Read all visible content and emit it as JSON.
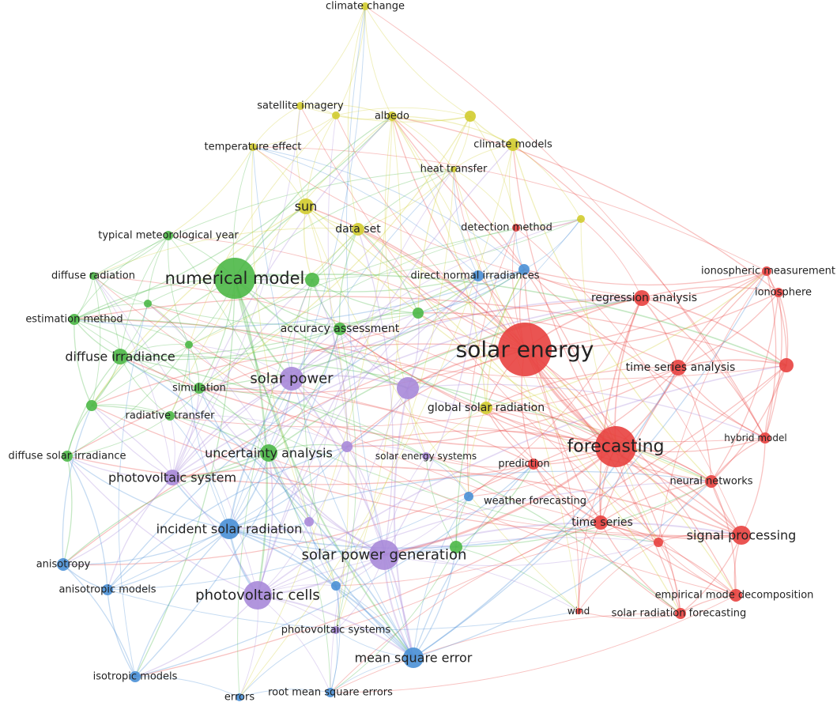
{
  "network": {
    "colors": {
      "red": "#e8413f",
      "green": "#4cb847",
      "blue": "#4a90d6",
      "yellow": "#d1cc2f",
      "purple": "#a98ad9"
    },
    "nodes": [
      {
        "id": "solar-energy",
        "label": "solar energy",
        "cluster": "red",
        "weight": 10
      },
      {
        "id": "forecasting",
        "label": "forecasting",
        "cluster": "red",
        "weight": 8
      },
      {
        "id": "regression-analysis",
        "label": "regression analysis",
        "cluster": "red",
        "weight": 3
      },
      {
        "id": "time-series-analysis",
        "label": "time series analysis",
        "cluster": "red",
        "weight": 3
      },
      {
        "id": "signal-processing",
        "label": "signal processing",
        "cluster": "red",
        "weight": 4
      },
      {
        "id": "neural-networks",
        "label": "neural networks",
        "cluster": "red",
        "weight": 2
      },
      {
        "id": "hybrid-model",
        "label": "hybrid model",
        "cluster": "red",
        "weight": 2
      },
      {
        "id": "ionospheric-measurement",
        "label": "ionospheric measurement",
        "cluster": "red",
        "weight": 2
      },
      {
        "id": "ionosphere",
        "label": "ionosphere",
        "cluster": "red",
        "weight": 2
      },
      {
        "id": "detection-method",
        "label": "detection method",
        "cluster": "red",
        "weight": 1
      },
      {
        "id": "prediction",
        "label": "prediction",
        "cluster": "red",
        "weight": 2
      },
      {
        "id": "time-series",
        "label": "time series",
        "cluster": "red",
        "weight": 3
      },
      {
        "id": "empirical-mode-decomposition",
        "label": "empirical mode decomposition",
        "cluster": "red",
        "weight": 2
      },
      {
        "id": "solar-radiation-forecasting",
        "label": "solar radiation forecasting",
        "cluster": "red",
        "weight": 2
      },
      {
        "id": "wind",
        "label": "wind",
        "cluster": "red",
        "weight": 1
      },
      {
        "id": "red-unlabeled-1",
        "label": "",
        "cluster": "red",
        "weight": 3
      },
      {
        "id": "red-unlabeled-2",
        "label": "",
        "cluster": "red",
        "weight": 1
      },
      {
        "id": "numerical-model",
        "label": "numerical model",
        "cluster": "green",
        "weight": 7
      },
      {
        "id": "typical-meteorological-year",
        "label": "typical meteorological year",
        "cluster": "green",
        "weight": 1
      },
      {
        "id": "diffuse-radiation",
        "label": "diffuse radiation",
        "cluster": "green",
        "weight": 1
      },
      {
        "id": "estimation-method",
        "label": "estimation method",
        "cluster": "green",
        "weight": 2
      },
      {
        "id": "diffuse-irradiance",
        "label": "diffuse irradiance",
        "cluster": "green",
        "weight": 3
      },
      {
        "id": "simulation",
        "label": "simulation",
        "cluster": "green",
        "weight": 2
      },
      {
        "id": "radiative-transfer",
        "label": "radiative transfer",
        "cluster": "green",
        "weight": 1
      },
      {
        "id": "diffuse-solar-irradiance",
        "label": "diffuse solar irradiance",
        "cluster": "green",
        "weight": 2
      },
      {
        "id": "accuracy-assessment",
        "label": "accuracy assessment",
        "cluster": "green",
        "weight": 2
      },
      {
        "id": "uncertainty-analysis",
        "label": "uncertainty analysis",
        "cluster": "green",
        "weight": 3
      },
      {
        "id": "green-unlabeled-1",
        "label": "",
        "cluster": "green",
        "weight": 2
      },
      {
        "id": "green-unlabeled-2",
        "label": "",
        "cluster": "green",
        "weight": 1
      },
      {
        "id": "green-unlabeled-3",
        "label": "",
        "cluster": "green",
        "weight": 1
      },
      {
        "id": "green-unlabeled-4",
        "label": "",
        "cluster": "green",
        "weight": 2
      },
      {
        "id": "green-unlabeled-5",
        "label": "",
        "cluster": "green",
        "weight": 2
      },
      {
        "id": "green-unlabeled-6",
        "label": "",
        "cluster": "green",
        "weight": 2
      },
      {
        "id": "direct-normal-irradiances",
        "label": "direct normal irradiances",
        "cluster": "blue",
        "weight": 2
      },
      {
        "id": "weather-forecasting",
        "label": "weather forecasting",
        "cluster": "blue",
        "weight": 1
      },
      {
        "id": "incident-solar-radiation",
        "label": "incident solar radiation",
        "cluster": "blue",
        "weight": 5
      },
      {
        "id": "anisotropy",
        "label": "anisotropy",
        "cluster": "blue",
        "weight": 2
      },
      {
        "id": "anisotropic-models",
        "label": "anisotropic models",
        "cluster": "blue",
        "weight": 2
      },
      {
        "id": "isotropic-models",
        "label": "isotropic models",
        "cluster": "blue",
        "weight": 2
      },
      {
        "id": "errors",
        "label": "errors",
        "cluster": "blue",
        "weight": 1
      },
      {
        "id": "root-mean-square-errors",
        "label": "root mean square errors",
        "cluster": "blue",
        "weight": 1
      },
      {
        "id": "mean-square-error",
        "label": "mean square error",
        "cluster": "blue",
        "weight": 4
      },
      {
        "id": "blue-unlabeled-1",
        "label": "",
        "cluster": "blue",
        "weight": 2
      },
      {
        "id": "blue-unlabeled-2",
        "label": "",
        "cluster": "blue",
        "weight": 1
      },
      {
        "id": "climate-change",
        "label": "climate change",
        "cluster": "yellow",
        "weight": 1
      },
      {
        "id": "satellite-imagery",
        "label": "satellite imagery",
        "cluster": "yellow",
        "weight": 1
      },
      {
        "id": "albedo",
        "label": "albedo",
        "cluster": "yellow",
        "weight": 2
      },
      {
        "id": "climate-models",
        "label": "climate models",
        "cluster": "yellow",
        "weight": 2
      },
      {
        "id": "temperature-effect",
        "label": "temperature effect",
        "cluster": "yellow",
        "weight": 1
      },
      {
        "id": "heat-transfer",
        "label": "heat transfer",
        "cluster": "yellow",
        "weight": 1
      },
      {
        "id": "sun",
        "label": "sun",
        "cluster": "yellow",
        "weight": 3
      },
      {
        "id": "data-set",
        "label": "data set",
        "cluster": "yellow",
        "weight": 2
      },
      {
        "id": "global-solar-radiation",
        "label": "global solar radiation",
        "cluster": "yellow",
        "weight": 2
      },
      {
        "id": "yellow-unlabeled-1",
        "label": "",
        "cluster": "yellow",
        "weight": 2
      },
      {
        "id": "yellow-unlabeled-2",
        "label": "",
        "cluster": "yellow",
        "weight": 1
      },
      {
        "id": "yellow-unlabeled-3",
        "label": "",
        "cluster": "yellow",
        "weight": 1
      },
      {
        "id": "solar-power",
        "label": "solar power",
        "cluster": "purple",
        "weight": 4
      },
      {
        "id": "photovoltaic-system",
        "label": "photovoltaic system",
        "cluster": "purple",
        "weight": 3
      },
      {
        "id": "solar-power-generation",
        "label": "solar power generation",
        "cluster": "purple",
        "weight": 6
      },
      {
        "id": "photovoltaic-cells",
        "label": "photovoltaic cells",
        "cluster": "purple",
        "weight": 5
      },
      {
        "id": "photovoltaic-systems",
        "label": "photovoltaic systems",
        "cluster": "purple",
        "weight": 1
      },
      {
        "id": "solar-energy-systems",
        "label": "solar energy systems",
        "cluster": "purple",
        "weight": 1
      },
      {
        "id": "purple-unlabeled-1",
        "label": "",
        "cluster": "purple",
        "weight": 4
      },
      {
        "id": "purple-unlabeled-2",
        "label": "",
        "cluster": "purple",
        "weight": 2
      },
      {
        "id": "purple-unlabeled-3",
        "label": "",
        "cluster": "purple",
        "weight": 1
      }
    ]
  }
}
